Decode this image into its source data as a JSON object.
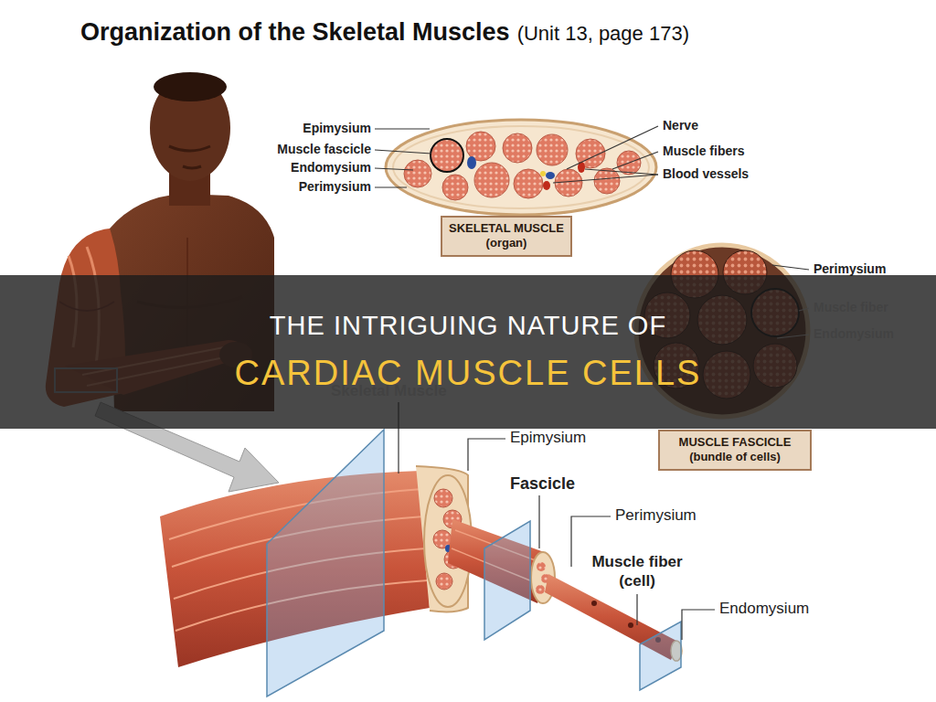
{
  "diagram": {
    "title": "Organization of the Skeletal Muscles",
    "nodes": [
      {
        "text": [
          "SKELETAL MUSCLE (organ)"
        ]
      },
      {
        "text": [
          "THE INTRIGUING NATURE OF",
          "CARDIAC MUSCLE CELLS"
        ]
      },
      {
        "text": [
          "MUSCLE FASCICLE (bundle of cells)"
        ]
      }
    ],
    "labels": [
      "(Unit 13, page 173)",
      "Epimysium",
      "Muscle fascicle",
      "Endomysium",
      "Perimysium",
      "Nerve",
      "Muscle fibers",
      "Blood vessels",
      "Perimysium",
      "Muscle fiber",
      "Endomysium",
      "Skeletal Muscle",
      "Epimysium",
      "Fascicle",
      "Perimysium",
      "Muscle fiber (cell)",
      "Endomysium"
    ]
  }
}
